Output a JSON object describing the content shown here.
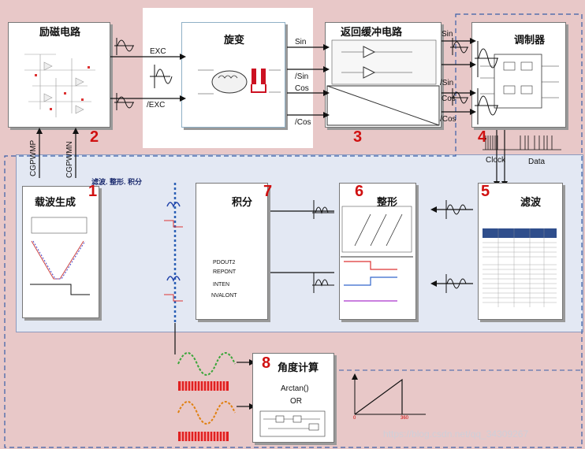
{
  "blocks": {
    "excitation": {
      "title": "励磁电路",
      "number": "2"
    },
    "resolver": {
      "title": "旋变",
      "number": ""
    },
    "buffer": {
      "title": "返回缓冲电路",
      "number": "3"
    },
    "modulator": {
      "title": "调制器",
      "number": "4"
    },
    "carrier": {
      "title": "载波生成",
      "number": "1"
    },
    "integrate": {
      "title": "积分",
      "number": "7"
    },
    "shaping": {
      "title": "整形",
      "number": "6"
    },
    "filter": {
      "title": "滤波",
      "number": "5"
    },
    "angle": {
      "title": "角度计算",
      "number": "8"
    }
  },
  "signals": {
    "exc": "EXC",
    "exc_n": "/EXC",
    "sin": "Sin",
    "sin_n": "/Sin",
    "cos": "Cos",
    "cos_n": "/Cos",
    "sin_right": "Sin",
    "sin_n_right": "/Sin",
    "cos_right": "Cos",
    "cos_n_right": "/Cos",
    "cgpwmp": "CGPWMP",
    "cgpwmn": "CGPWMN",
    "clock": "Clock",
    "data": "Data"
  },
  "group_label": "滤波. 整形. 积分",
  "integrate_signals": [
    "PDOUT2",
    "REPONT",
    "INTEN",
    "NVALONT"
  ],
  "angle_text": {
    "line1": "Arctan()",
    "line2": "OR"
  },
  "angle_axis": {
    "x0": "0",
    "x1": "360"
  },
  "watermark": "https://blog.csdn.net/qq_34309267",
  "colors": {
    "number": "#d01010",
    "dash": "#3a5fa8",
    "inner": "#e4e8f4",
    "pink": "#e7c6c6"
  }
}
